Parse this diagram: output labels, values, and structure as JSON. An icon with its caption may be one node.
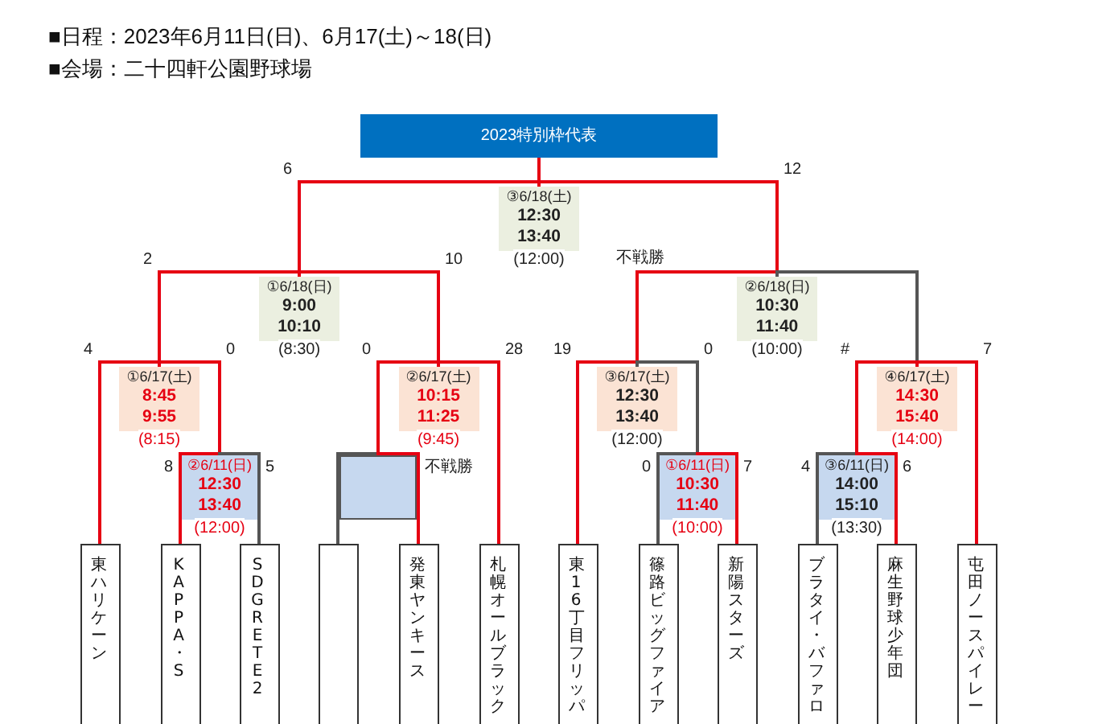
{
  "diagram": {
    "nodes": [
      {
        "text": [
          "2023特別枠代表"
        ]
      },
      {
        "text": [
          "③6/18(土)",
          "12:30",
          "13:40",
          "(12:00)"
        ]
      },
      {
        "text": [
          "①6/18(日)",
          "9:00",
          "10:10",
          "(8:30)"
        ]
      },
      {
        "text": [
          "②6/18(日)",
          "10:30",
          "11:40",
          "(10:00)"
        ]
      },
      {
        "text": [
          "①6/17(土)",
          "8:45",
          "9:55",
          "(8:15)"
        ]
      },
      {
        "text": [
          "②6/17(土)",
          "10:15",
          "11:25",
          "(9:45)"
        ]
      },
      {
        "text": [
          "③6/17(土)",
          "12:30",
          "13:40",
          "(12:00)"
        ]
      },
      {
        "text": [
          "④6/17(土)",
          "14:30",
          "15:40",
          "(14:00)"
        ]
      },
      {
        "text": [
          "②6/11(日)",
          "12:30",
          "13:40",
          "(12:00)"
        ]
      },
      {
        "text": [],
        "shape": "box"
      },
      {
        "text": [
          "①6/11(日)",
          "10:30",
          "11:40",
          "(10:00)"
        ]
      },
      {
        "text": [
          "③6/11(日)",
          "14:00",
          "15:10",
          "(13:30)"
        ]
      },
      {
        "text": [
          "東ハリケーン"
        ]
      },
      {
        "text": [
          "KAPPA・S"
        ]
      },
      {
        "text": [
          "SDGRETE2"
        ]
      },
      {
        "text": [],
        "shape": "box"
      },
      {
        "text": [
          "発東ヤンキース"
        ]
      },
      {
        "text": [
          "札幌オールブラック"
        ]
      },
      {
        "text": [
          "東16丁目フリッパ"
        ]
      },
      {
        "text": [
          "篠路ビッグファイア"
        ]
      },
      {
        "text": [
          "新陽スターズ"
        ]
      },
      {
        "text": [
          "ブラタイ・バファロ"
        ]
      },
      {
        "text": [
          "麻生野球少年団"
        ]
      },
      {
        "text": [
          "屯田ノースパイレー"
        ]
      }
    ],
    "edges": [
      {
        "from": 1,
        "to": 0,
        "arrow": "none"
      },
      {
        "from": 2,
        "to": 1,
        "arrow": "none",
        "label": "6"
      },
      {
        "from": 3,
        "to": 1,
        "arrow": "none",
        "label": "12"
      },
      {
        "from": 4,
        "to": 2,
        "arrow": "none",
        "label": "2"
      },
      {
        "from": 5,
        "to": 2,
        "arrow": "none",
        "label": "10"
      },
      {
        "from": 6,
        "to": 3,
        "arrow": "none",
        "label": "不戦勝"
      },
      {
        "from": 7,
        "to": 3,
        "arrow": "none",
        "color": "#555555"
      },
      {
        "from": 12,
        "to": 4,
        "arrow": "none",
        "label": "4"
      },
      {
        "from": 8,
        "to": 4,
        "arrow": "none",
        "label": "0"
      },
      {
        "from": 13,
        "to": 8,
        "arrow": "none",
        "label": "8"
      },
      {
        "from": 14,
        "to": 8,
        "arrow": "none",
        "label": "5",
        "color": "#555555"
      },
      {
        "from": 9,
        "to": 5,
        "arrow": "none",
        "label": "0"
      },
      {
        "from": 17,
        "to": 5,
        "arrow": "none",
        "label": "28"
      },
      {
        "from": 15,
        "to": 9,
        "arrow": "none",
        "color": "#555555"
      },
      {
        "from": 16,
        "to": 9,
        "arrow": "none",
        "label": "不戦勝"
      },
      {
        "from": 18,
        "to": 6,
        "arrow": "none",
        "label": "19"
      },
      {
        "from": 10,
        "to": 6,
        "arrow": "none",
        "label": "0",
        "color": "#555555"
      },
      {
        "from": 19,
        "to": 10,
        "arrow": "none",
        "label": "0",
        "color": "#555555"
      },
      {
        "from": 20,
        "to": 10,
        "arrow": "none",
        "label": "7"
      },
      {
        "from": 11,
        "to": 7,
        "arrow": "none",
        "label": "#"
      },
      {
        "from": 23,
        "to": 7,
        "arrow": "none",
        "label": "7"
      },
      {
        "from": 21,
        "to": 11,
        "arrow": "none",
        "label": "4",
        "color": "#555555"
      },
      {
        "from": 22,
        "to": 11,
        "arrow": "none",
        "label": "6"
      }
    ],
    "labels": [
      "■日程：2023年6月11日(日)、6月17(土)～18(日)",
      "■会場：二十四軒公園野球場"
    ]
  }
}
